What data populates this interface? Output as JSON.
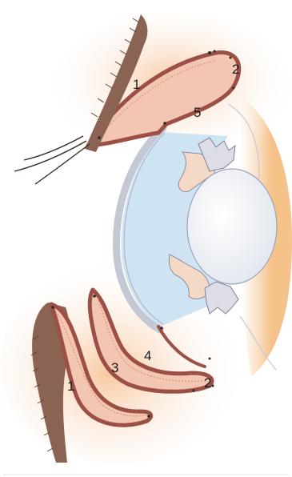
{
  "labels": {
    "upper_outer": "1",
    "upper_fornix": "2",
    "upper_limbus": "5",
    "lower_outer": "1",
    "lower_inner": "3",
    "lower_limbus": "4",
    "lower_fornix": "2"
  },
  "colors": {
    "skin": "#f6c9a6",
    "skin_light": "#fbe6d4",
    "conjunctiva_rim": "#9b4f45",
    "conjunctiva_fill": "#f3c6b3",
    "cornea_rim": "#c9ccd8",
    "anterior_chamber": "#cfe4f3",
    "lens": "#f2f4f8",
    "lashes": "#6b4a3a",
    "orbit": "#f3b776"
  },
  "icons": [
    "eyelashes-icon",
    "dot-marker-icon"
  ]
}
